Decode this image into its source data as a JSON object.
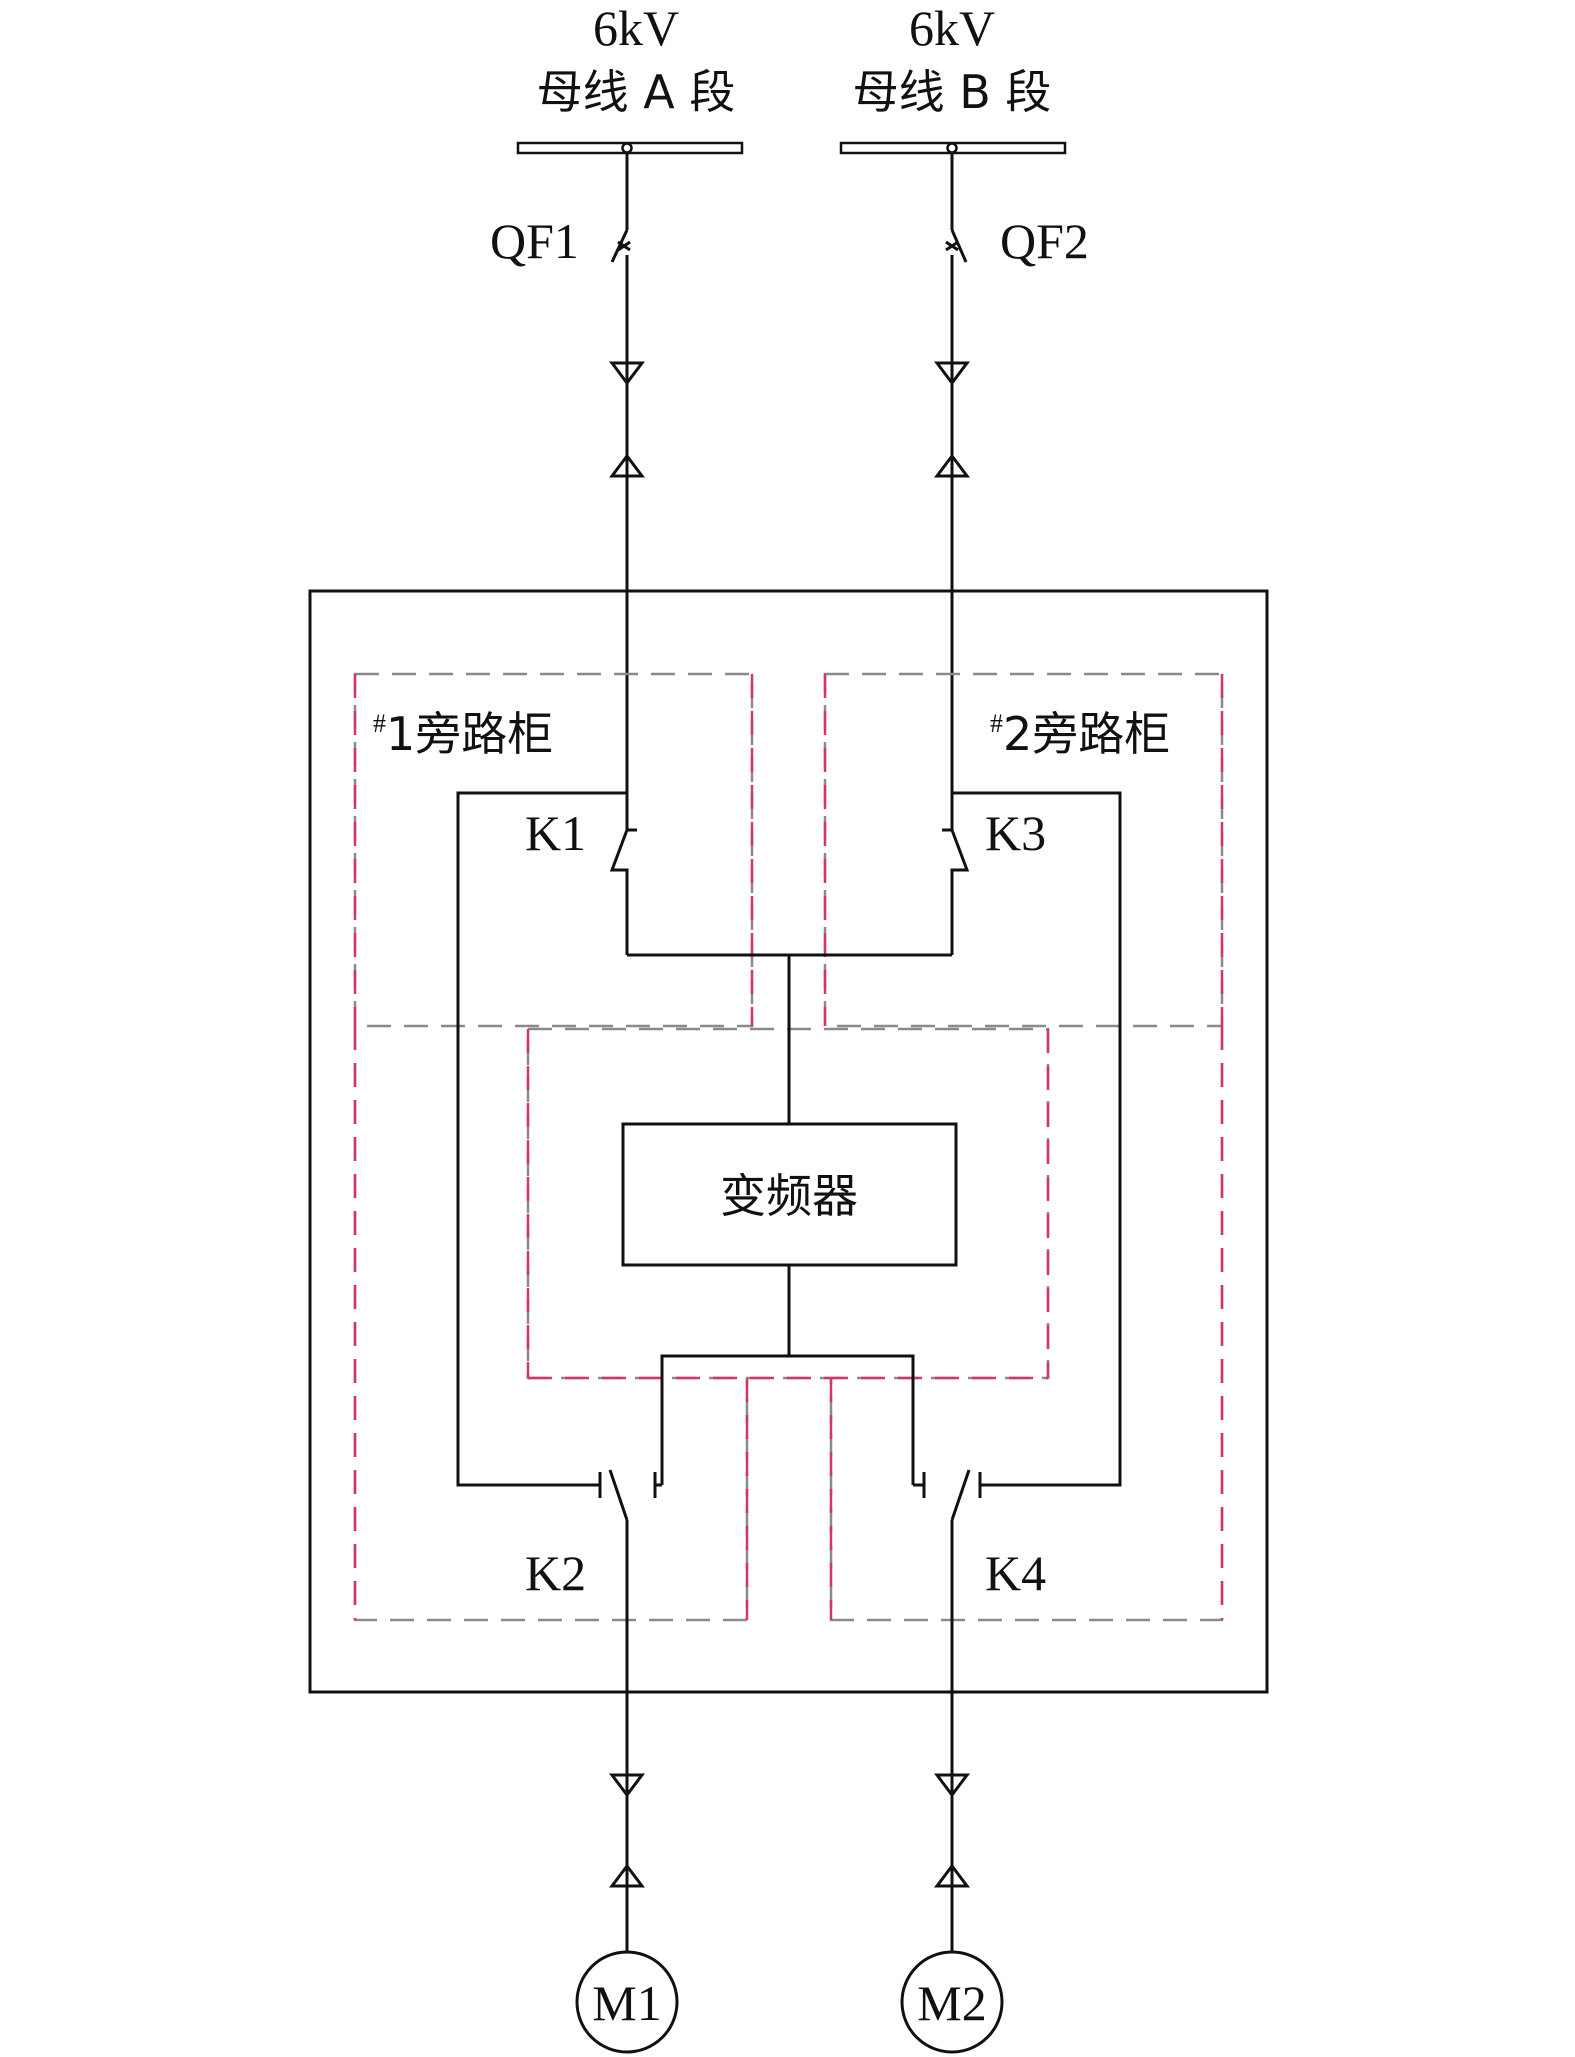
{
  "bus_a": {
    "voltage": "6kV",
    "name": "母线 A 段"
  },
  "bus_b": {
    "voltage": "6kV",
    "name": "母线 B 段"
  },
  "breakers": {
    "qf1": "QF1",
    "qf2": "QF2"
  },
  "cabinets": {
    "bypass1": {
      "prefix": "#",
      "name": "1旁路柜"
    },
    "bypass2": {
      "prefix": "#",
      "name": "2旁路柜"
    }
  },
  "switches": {
    "k1": "K1",
    "k2": "K2",
    "k3": "K3",
    "k4": "K4"
  },
  "inverter": "变频器",
  "motors": {
    "m1": "M1",
    "m2": "M2"
  },
  "colors": {
    "line": "#111111",
    "dash_gray": "#8a8a8a",
    "dash_red": "#d6336c"
  }
}
